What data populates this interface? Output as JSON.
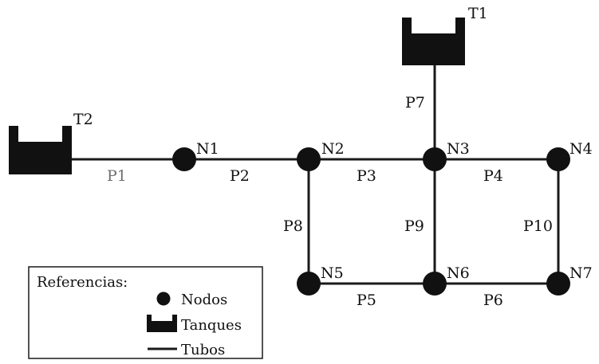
{
  "tanks": [
    {
      "id": "T1",
      "label": "T1"
    },
    {
      "id": "T2",
      "label": "T2"
    }
  ],
  "nodes": [
    {
      "id": "N1",
      "label": "N1"
    },
    {
      "id": "N2",
      "label": "N2"
    },
    {
      "id": "N3",
      "label": "N3"
    },
    {
      "id": "N4",
      "label": "N4"
    },
    {
      "id": "N5",
      "label": "N5"
    },
    {
      "id": "N6",
      "label": "N6"
    },
    {
      "id": "N7",
      "label": "N7"
    }
  ],
  "pipes": [
    {
      "id": "P1",
      "label": "P1",
      "from": "T2",
      "to": "N1",
      "color": "#6e6e6e"
    },
    {
      "id": "P2",
      "label": "P2",
      "from": "N1",
      "to": "N2"
    },
    {
      "id": "P3",
      "label": "P3",
      "from": "N2",
      "to": "N3"
    },
    {
      "id": "P4",
      "label": "P4",
      "from": "N3",
      "to": "N4"
    },
    {
      "id": "P5",
      "label": "P5",
      "from": "N5",
      "to": "N6"
    },
    {
      "id": "P6",
      "label": "P6",
      "from": "N6",
      "to": "N7"
    },
    {
      "id": "P7",
      "label": "P7",
      "from": "T1",
      "to": "N3"
    },
    {
      "id": "P8",
      "label": "P8",
      "from": "N2",
      "to": "N5"
    },
    {
      "id": "P9",
      "label": "P9",
      "from": "N3",
      "to": "N6"
    },
    {
      "id": "P10",
      "label": "P10",
      "from": "N4",
      "to": "N7"
    }
  ],
  "legend": {
    "title": "Referencias:",
    "items": [
      {
        "symbol": "node",
        "label": "Nodos"
      },
      {
        "symbol": "tank",
        "label": "Tanques"
      },
      {
        "symbol": "pipe",
        "label": "Tubos"
      }
    ]
  }
}
